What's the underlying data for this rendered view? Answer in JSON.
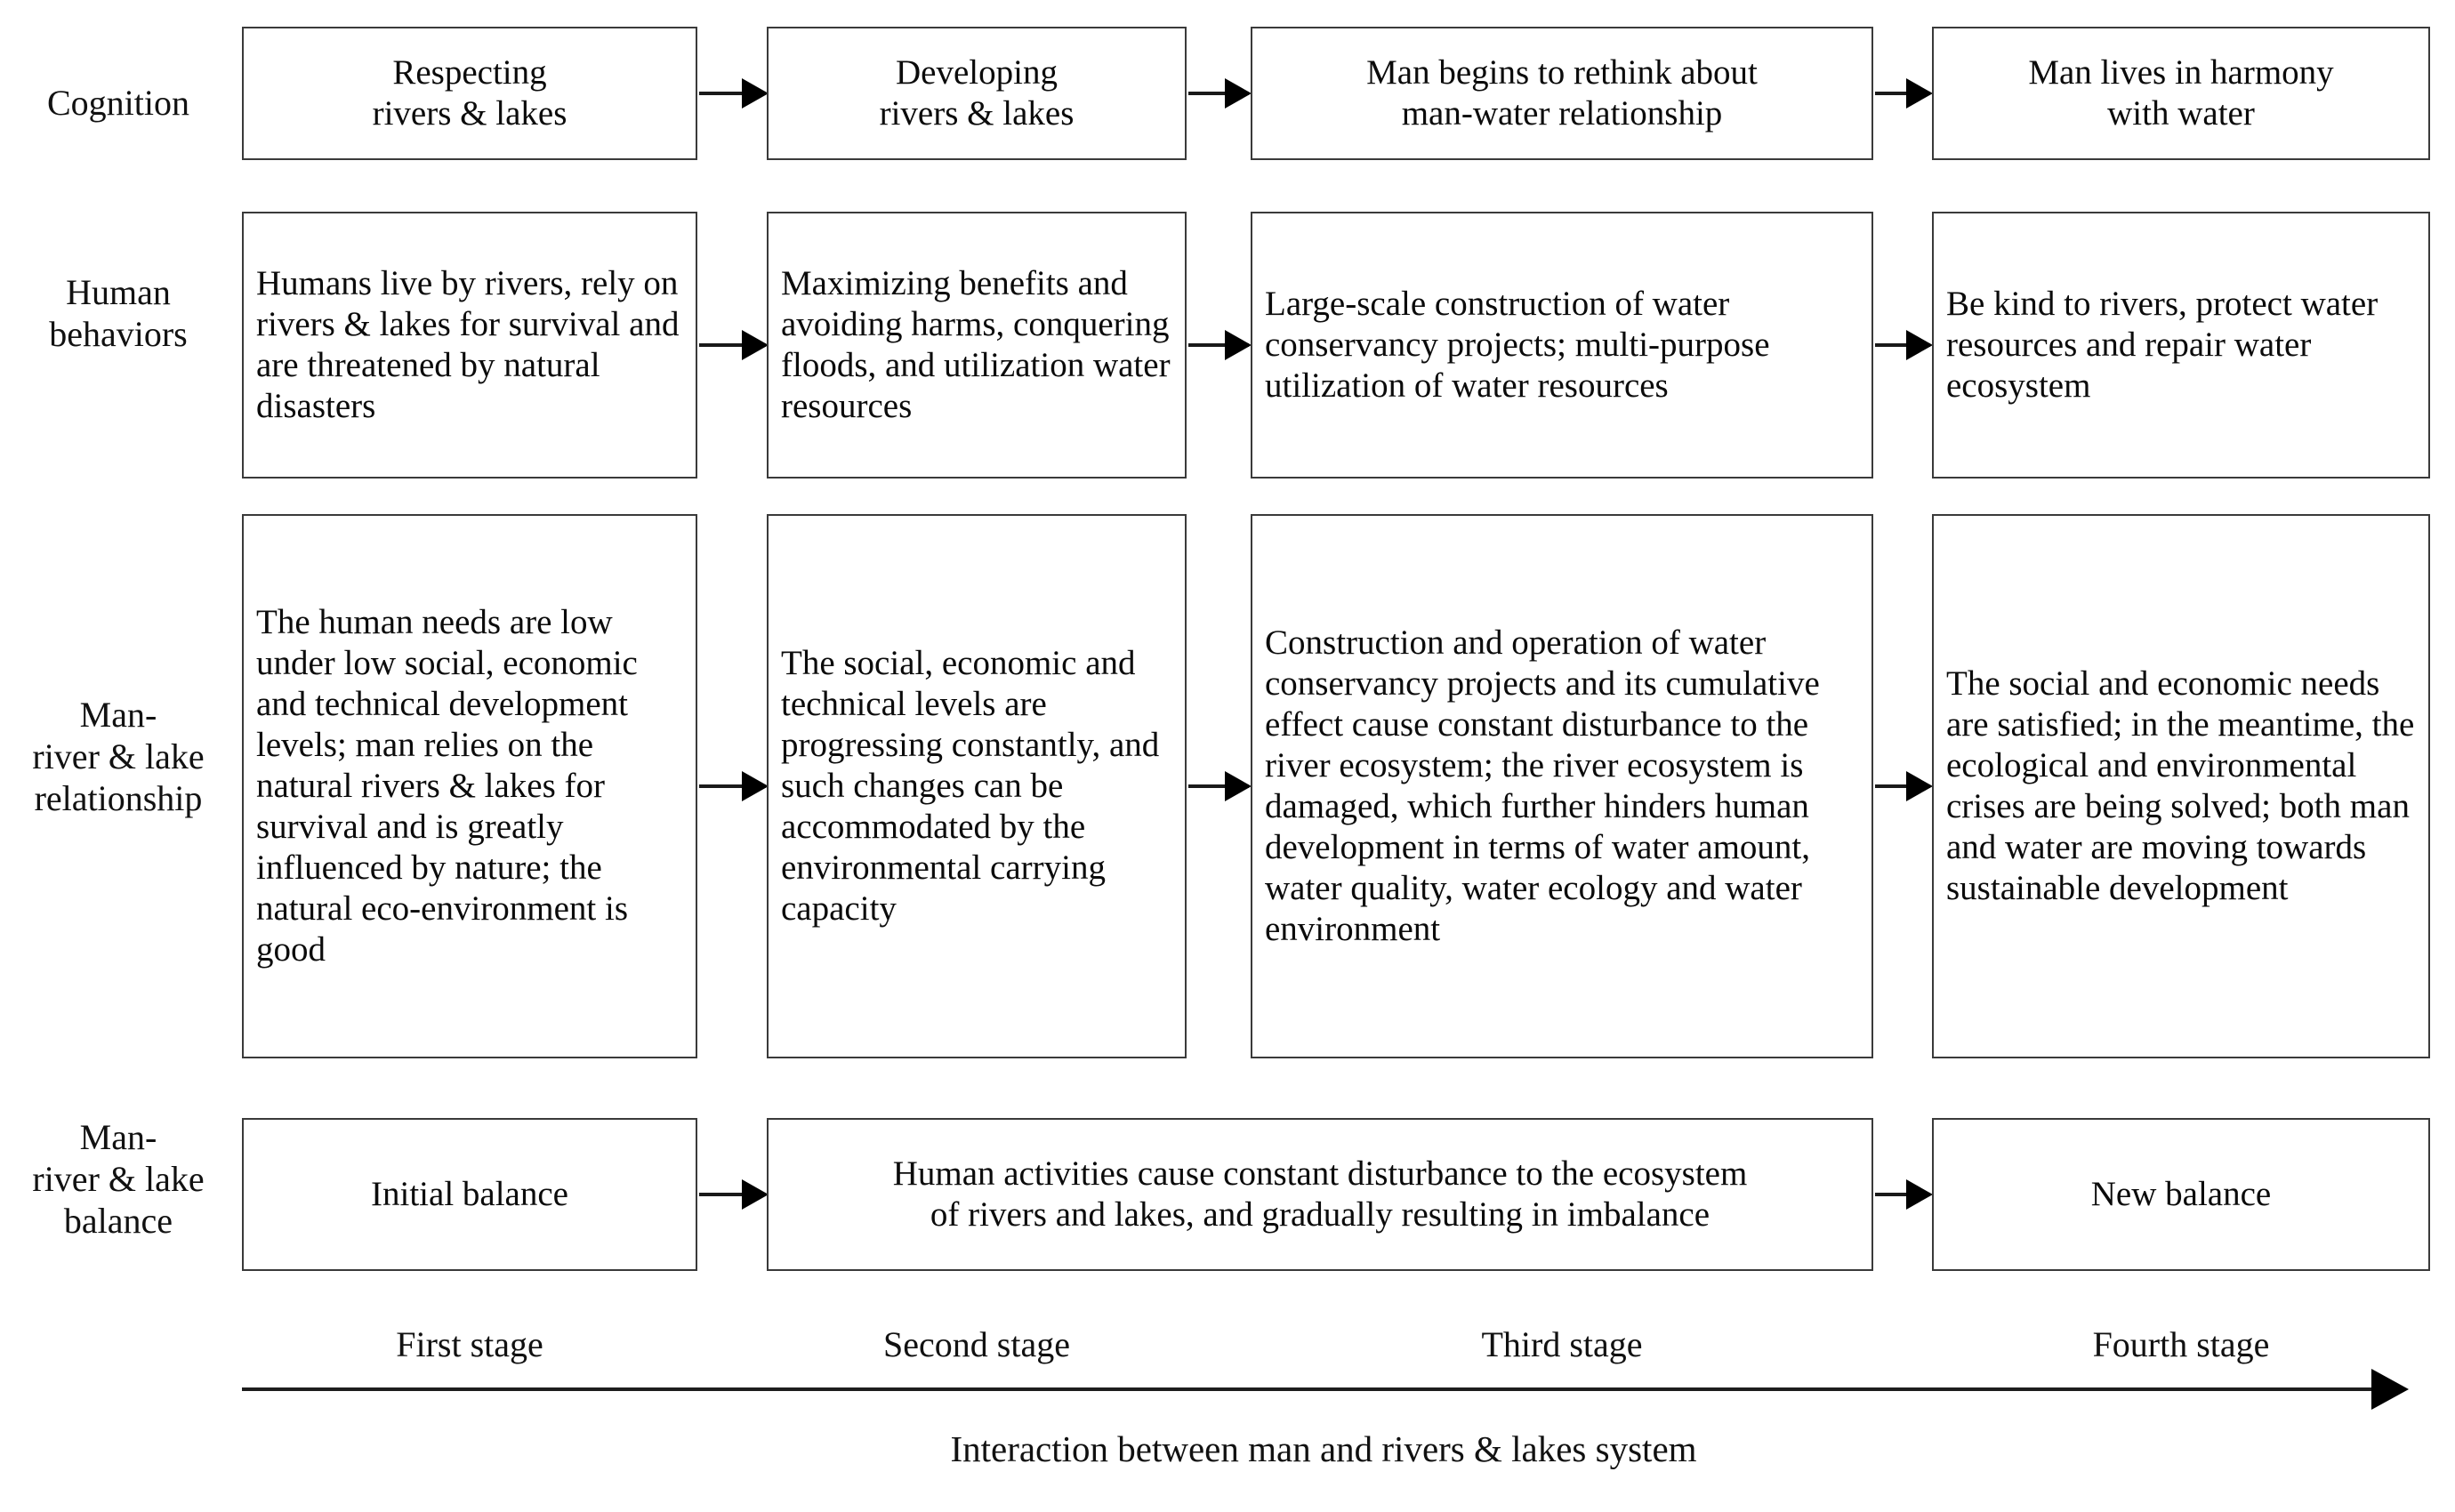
{
  "diagram": {
    "row_labels": [
      "Cognition",
      "Human\nbehaviors",
      "Man-\nriver & lake\nrelationship",
      "Man-\nriver & lake\nbalance"
    ],
    "rows": [
      {
        "name": "cognition",
        "label": "Cognition",
        "cells": [
          "Respecting\nrivers & lakes",
          "Developing\nrivers & lakes",
          "Man begins to rethink about\nman-water relationship",
          "Man lives in harmony\nwith water"
        ]
      },
      {
        "name": "human-behaviors",
        "label": "Human behaviors",
        "cells": [
          "Humans live by rivers, rely on rivers & lakes for survival and are threatened by natural disasters",
          "Maximizing benefits and avoiding harms, conquering floods, and utilization water resources",
          "Large-scale construction of water conservancy projects; multi-purpose utilization of water resources",
          "Be kind to rivers, protect water resources and repair water ecosystem"
        ]
      },
      {
        "name": "man-river-lake-relationship",
        "label": "Man-river & lake relationship",
        "cells": [
          "The human needs are low under low social, economic and technical development levels; man relies on the natural rivers & lakes for survival and is greatly influenced by nature; the natural eco-environment is good",
          "The social, economic and technical levels are progressing constantly, and such changes can be accommodated by the environmental carrying capacity",
          "Construction and operation of water conservancy projects and its cumulative effect cause constant disturbance to the river ecosystem; the river ecosystem is damaged, which further hinders human development in terms of water amount, water quality, water ecology and water environment",
          "The social and economic needs are satisfied; in the meantime, the ecological and environmental crises are being solved; both man and water are moving towards sustainable development"
        ]
      },
      {
        "name": "man-river-lake-balance",
        "label": "Man-river & lake balance",
        "cells": [
          "Initial balance",
          "Human activities cause constant disturbance to the ecosystem of rivers and lakes, and gradually resulting in imbalance",
          "New balance"
        ]
      }
    ],
    "stages": [
      "First stage",
      "Second stage",
      "Third stage",
      "Fourth stage"
    ],
    "axis_caption": "Interaction between man and rivers & lakes system",
    "arrow_icon": "right-arrow-icon",
    "colors": {
      "box_border": "#3a3a3a",
      "arrow": "#000000",
      "text": "#0b0b0b",
      "background": "#ffffff"
    }
  }
}
